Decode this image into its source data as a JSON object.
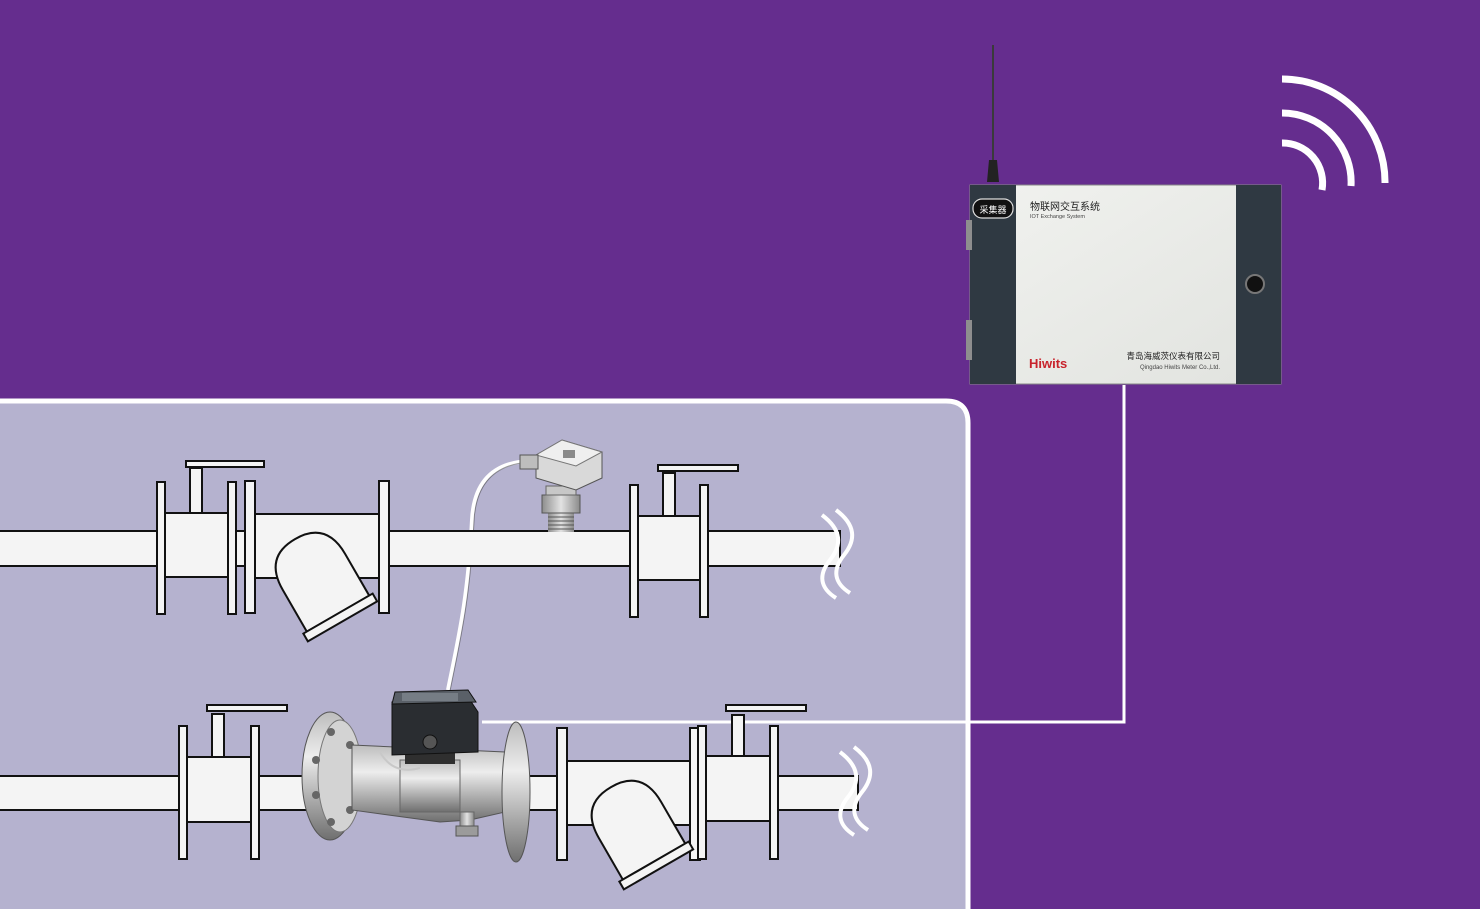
{
  "colors": {
    "background": "#652d8e",
    "panel": "#b5b2cf",
    "panel_border": "#ffffff",
    "pipe_fill": "#f4f4f4",
    "outline": "#111111",
    "device_body": "#eceeeb",
    "device_side": "#2f3942",
    "brand_red": "#c8232c"
  },
  "device": {
    "badge": "采集器",
    "title_cn": "物联网交互系统",
    "title_en": "IOT Exchange System",
    "brand": "Hiwits",
    "company_cn": "青岛海威茨仪表有限公司",
    "company_en": "Qingdao Hiwits Meter Co.,Ltd."
  },
  "icons": {
    "wireless": "wifi-signal-icon"
  }
}
